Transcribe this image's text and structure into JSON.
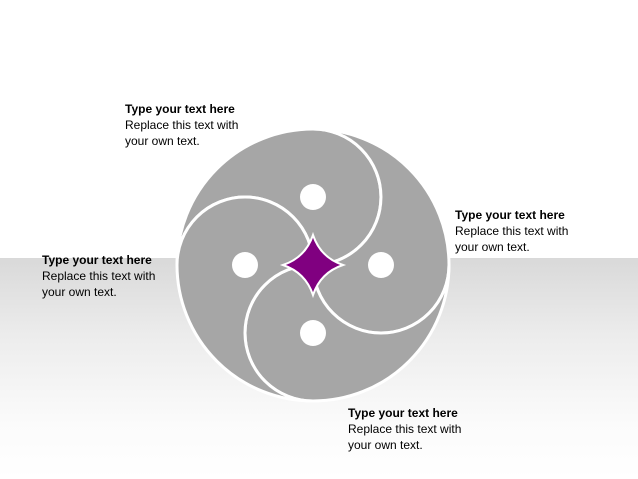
{
  "colors": {
    "segment_fill": "#a6a6a6",
    "outline": "#ffffff",
    "center_fill": "#800080",
    "background": "#ffffff",
    "floor": "#e6e6e6"
  },
  "callouts": {
    "top": {
      "heading": "Type your text here",
      "line1": "Replace this text with",
      "line2": "your own text."
    },
    "right": {
      "heading": "Type your text here",
      "line1": "Replace this text with",
      "line2": "your own text."
    },
    "left": {
      "heading": "Type your text here",
      "line1": "Replace this text with",
      "line2": "your own text."
    },
    "bottom": {
      "heading": "Type your text here",
      "line1": "Replace this text with",
      "line2": "your own text."
    }
  }
}
